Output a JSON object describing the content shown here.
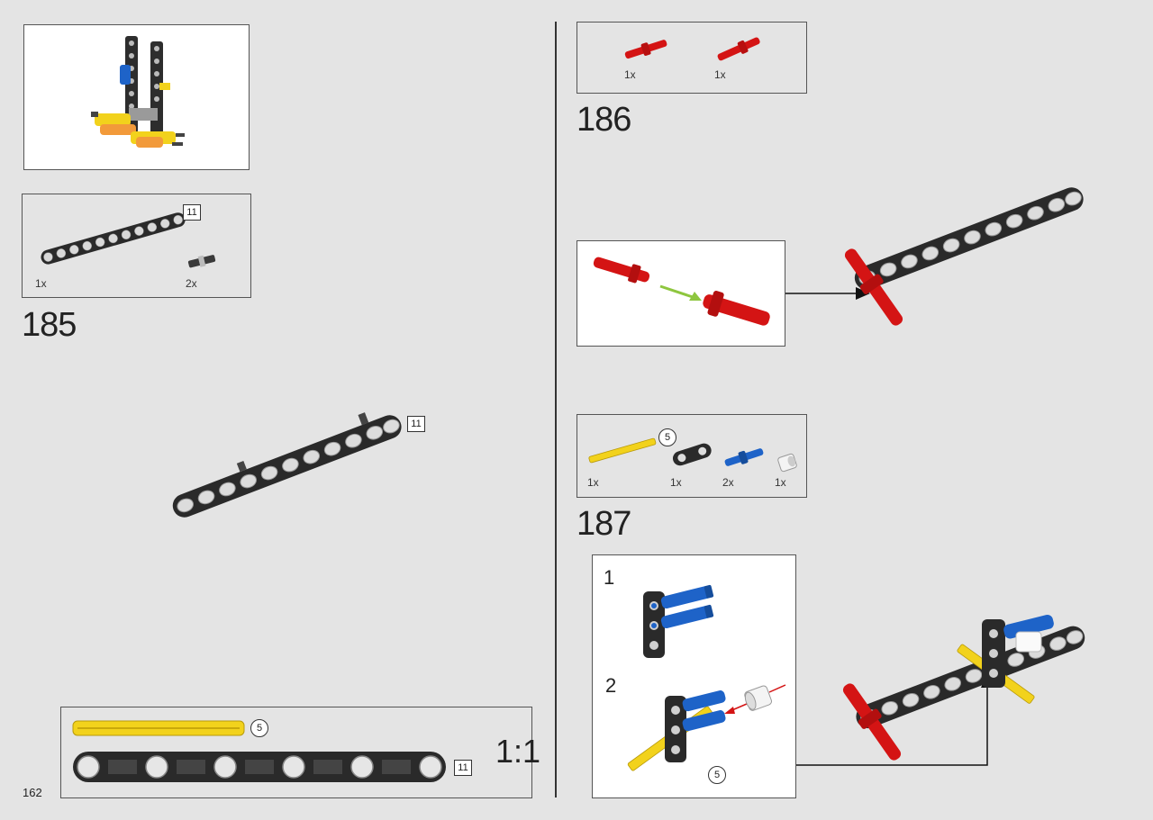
{
  "page": {
    "number": "162"
  },
  "overview": {
    "note": ""
  },
  "step185": {
    "number": "185",
    "parts": [
      {
        "qty": "1x",
        "length": "11"
      },
      {
        "qty": "2x"
      }
    ],
    "beam_length": "11"
  },
  "step186": {
    "number": "186",
    "parts": [
      {
        "qty": "1x"
      },
      {
        "qty": "1x"
      }
    ]
  },
  "step187": {
    "number": "187",
    "parts": [
      {
        "qty": "1x",
        "length": "5"
      },
      {
        "qty": "1x"
      },
      {
        "qty": "2x"
      },
      {
        "qty": "1x"
      }
    ],
    "sub1": "1",
    "sub2": "2",
    "axle_length": "5"
  },
  "scale_ruler": {
    "ratio": "1:1",
    "axle_length": "5",
    "beam_length": "11"
  },
  "colors": {
    "beam": "#2a2a2a",
    "pin_red": "#d41414",
    "pin_blue": "#1e63c8",
    "axle_yellow": "#f2d21c",
    "arrow_green": "#8ec63f"
  }
}
